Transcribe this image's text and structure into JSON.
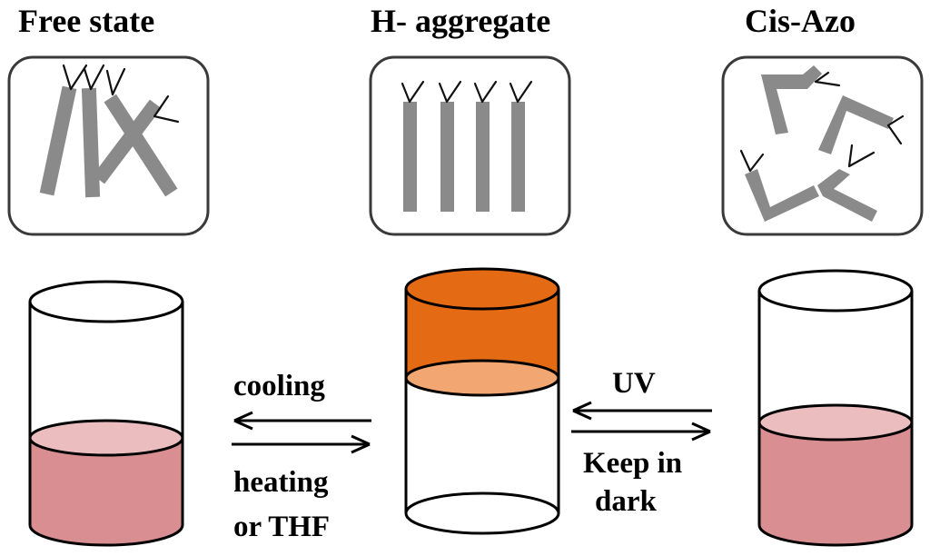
{
  "panels": {
    "free": {
      "title": "Free state"
    },
    "hagg": {
      "title": "H- aggregate"
    },
    "cis": {
      "title": "Cis-Azo"
    }
  },
  "arrows_left": {
    "top_label": "cooling",
    "bottom_label_line1": "heating",
    "bottom_label_line2": "or  THF"
  },
  "arrows_right": {
    "top_label": "UV",
    "bottom_label_line1": "Keep  in",
    "bottom_label_line2": "dark"
  },
  "colors": {
    "rod": "#8a8a8a",
    "liquid_pink": "#d98e92",
    "liquid_pink_top": "#ecbdbf",
    "gel_orange": "#e56a14",
    "gel_orange_light": "#f2a672"
  }
}
